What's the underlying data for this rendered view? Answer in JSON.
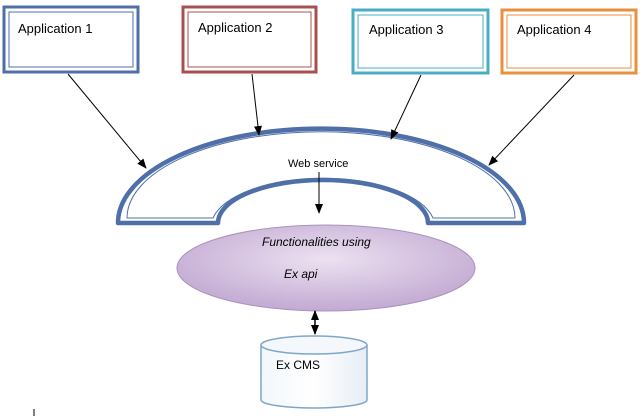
{
  "applications": [
    {
      "label": "Application 1",
      "color": "#4F6FA8"
    },
    {
      "label": "Application 2",
      "color": "#A8504F"
    },
    {
      "label": "Application 3",
      "color": "#4BACC6"
    },
    {
      "label": "Application 4",
      "color": "#E8903F"
    }
  ],
  "web_service": {
    "label": "Web service",
    "border_color": "#4F6FA8"
  },
  "api": {
    "line1": "Functionalities using",
    "line2": "Ex api",
    "fill_color": "#C9B3D6"
  },
  "cms": {
    "label": "Ex CMS",
    "border_color": "#7FA6C9"
  }
}
